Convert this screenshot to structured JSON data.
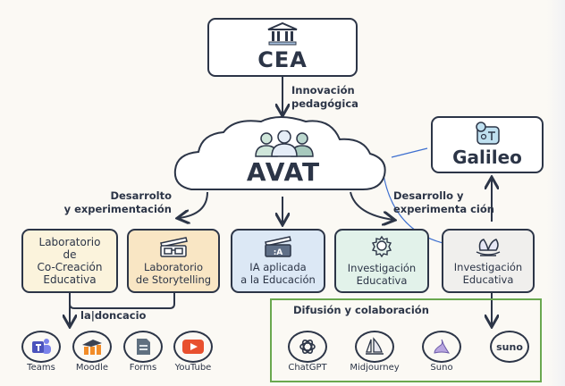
{
  "nodes": {
    "cea": {
      "label": "CEA",
      "icon": "institution-icon"
    },
    "avat": {
      "label": "AVAT",
      "icon": "people-icon"
    },
    "galileo": {
      "label": "Galileo",
      "icon": "lab-icon"
    },
    "boxes": [
      {
        "label_lines": [
          "Laboratorio",
          "de",
          "Co-Creación",
          "Educativa"
        ],
        "color": "#fbf3dc"
      },
      {
        "label_lines": [
          "Laboratorio",
          "de Storytelling"
        ],
        "icon": "clapperboard-glasses-icon",
        "color": "#f9e6c4"
      },
      {
        "label_lines": [
          "IA aplicada",
          "a la Educación"
        ],
        "icon": "clapperboard-ai-icon",
        "color": "#dce8f5"
      },
      {
        "label_lines": [
          "Investigación",
          "Educativa"
        ],
        "icon": "gear-bulb-icon",
        "color": "#e2f2ea"
      },
      {
        "label_lines": [
          "Investigación",
          "Educativa"
        ],
        "icon": "book-hand-icon",
        "color": "#eeeeee"
      }
    ]
  },
  "edges": {
    "innovation": [
      "Innovación",
      "pedagógica"
    ],
    "dev_left": [
      "Desarrolto",
      "y experimentación"
    ],
    "dev_right": [
      "Desarrollo y",
      "experimenta ción"
    ],
    "ladoncacio": "la|doncacio"
  },
  "groups": {
    "left_tools": [
      {
        "label": "Teams",
        "icon": "teams-icon"
      },
      {
        "label": "Moodle",
        "icon": "moodle-icon"
      },
      {
        "label": "Forms",
        "icon": "forms-icon"
      },
      {
        "label": "YouTube",
        "icon": "youtube-icon"
      }
    ],
    "diffusion": {
      "title": "Difusión y colaboración",
      "border_color": "#6aa84f",
      "tools": [
        {
          "label": "ChatGPT",
          "icon": "chatgpt-icon"
        },
        {
          "label": "Midjourney",
          "icon": "midjourney-icon"
        },
        {
          "label": "Suno",
          "icon": "suno-icon"
        },
        {
          "label": "",
          "icon_text": "suno",
          "icon": "suno-text-icon"
        }
      ]
    }
  },
  "colors": {
    "ink": "#2c3547",
    "accent_blue": "#3d6fcf",
    "background": "#fbf9f4"
  }
}
